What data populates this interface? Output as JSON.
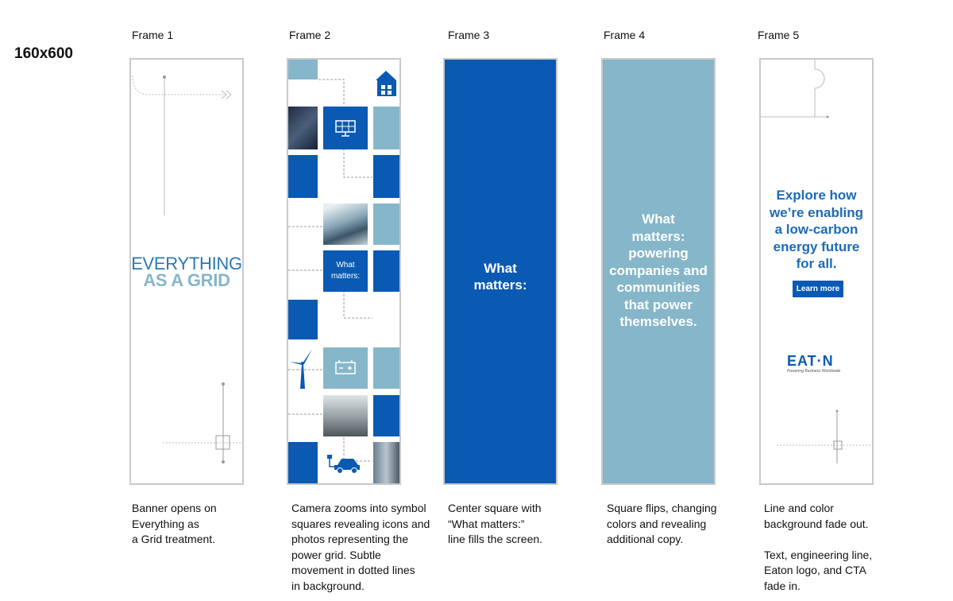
{
  "size_label": "160x600",
  "frames": [
    {
      "title": "Frame 1",
      "caption": "Banner opens on\nEverything as\na Grid treatment."
    },
    {
      "title": "Frame 2",
      "caption": "Camera zooms into symbol\nsquares revealing icons and\nphotos representing the\npower grid. Subtle\nmovement in dotted lines\nin background."
    },
    {
      "title": "Frame 3",
      "caption": "Center square with\n“What matters:”\nline fills the screen."
    },
    {
      "title": "Frame 4",
      "caption": "Square flips, changing\ncolors and revealing\nadditional copy."
    },
    {
      "title": "Frame 5",
      "caption": "Line and color\nbackground fade out.\n\nText, engineering line,\nEaton logo, and CTA\nfade in."
    }
  ],
  "frame1": {
    "line1": "EVERYTHING",
    "line2": "AS A GRID"
  },
  "frame2": {
    "what_matters": "What\nmatters:",
    "icons": [
      "house-icon",
      "solar-panel-icon",
      "wind-turbine-icon",
      "battery-icon",
      "electric-car-icon"
    ]
  },
  "frame3": {
    "text": "What\nmatters:"
  },
  "frame4": {
    "text": "What\nmatters:\npowering\ncompanies and\ncommunities\nthat power\nthemselves."
  },
  "frame5": {
    "headline": "Explore how\nwe’re enabling\na low-carbon\nenergy future\nfor all.",
    "cta": "Learn more",
    "logo": "EAT·N",
    "tagline": "Powering Business Worldwide"
  },
  "colors": {
    "dark_blue": "#0a5ab3",
    "light_blue": "#86b6c9",
    "headline_blue": "#1c6bb6"
  }
}
